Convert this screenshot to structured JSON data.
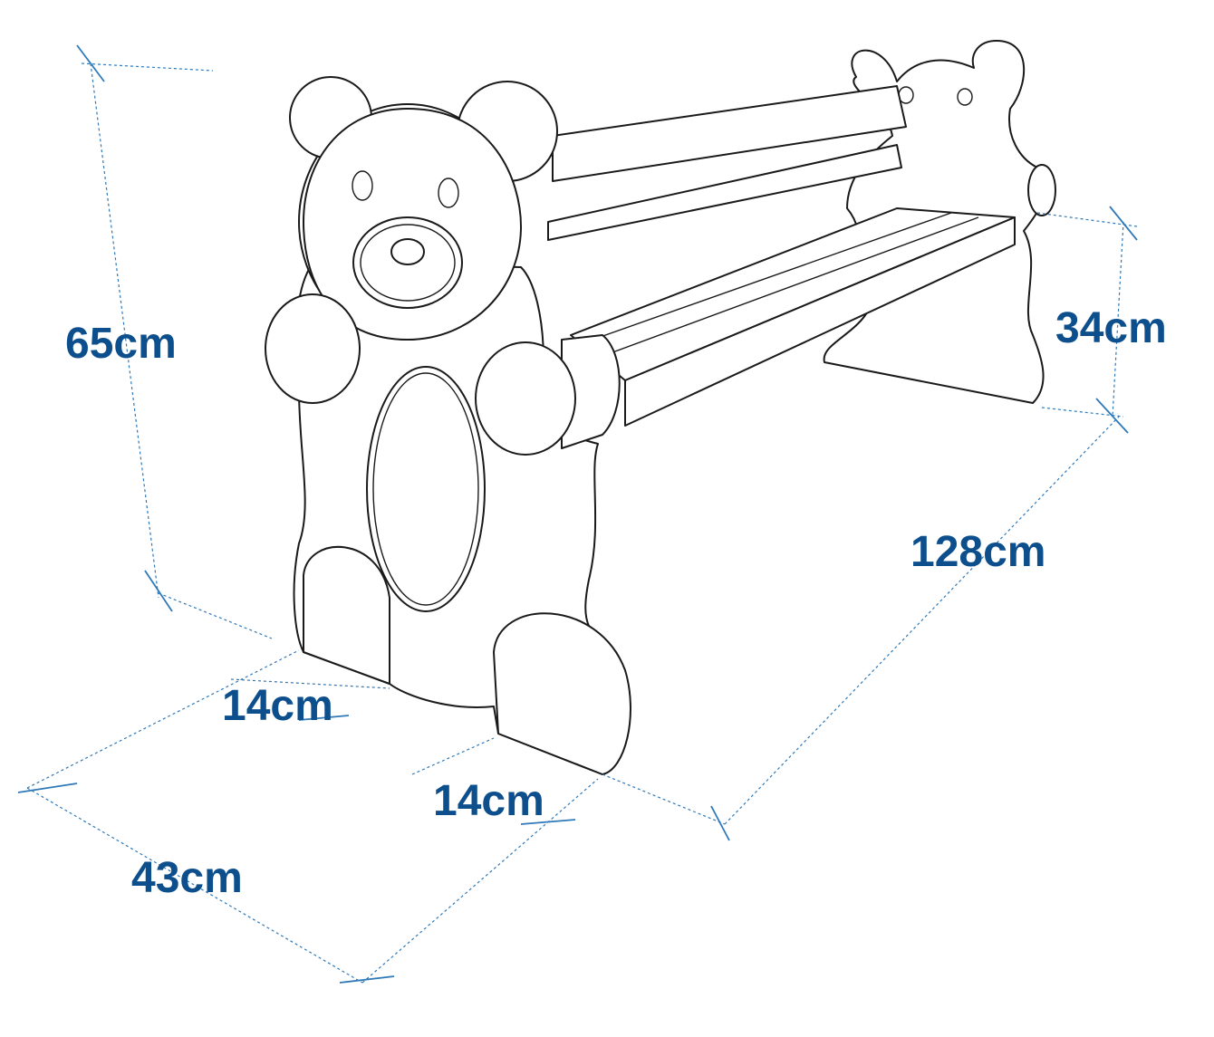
{
  "dimensions": {
    "height": "65cm",
    "seat_height": "34cm",
    "length": "128cm",
    "depth": "43cm",
    "front_leg": "14cm",
    "rear_leg": "14cm"
  },
  "colors": {
    "dimension_text": "#0d4f8c",
    "dimension_line": "#2f79b8",
    "outline": "#1a1a1a"
  }
}
